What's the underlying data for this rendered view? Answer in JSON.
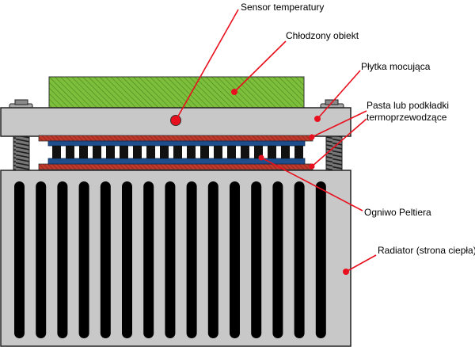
{
  "labels": {
    "sensor": "Sensor temperatury",
    "cooled_object": "Chłodzony obiekt",
    "mounting_plate": "Płytka mocująca",
    "paste_line1": "Pasta lub podkładki",
    "paste_line2": "termoprzewodzące",
    "peltier_cell": "Ogniwo Peltiera",
    "radiator": "Radiator (strona ciepła)"
  },
  "colors": {
    "object_fill": "#7dbe3c",
    "plate_fill": "#c8c8c8",
    "radiator_fill": "#c8c8c8",
    "paste_fill": "#c0392b",
    "peltier_plate": "#1f4e8c",
    "peltier_element": "#111111",
    "sensor": "#e8101e",
    "leader": "#e8101e",
    "spring": "#3a3a3a"
  }
}
